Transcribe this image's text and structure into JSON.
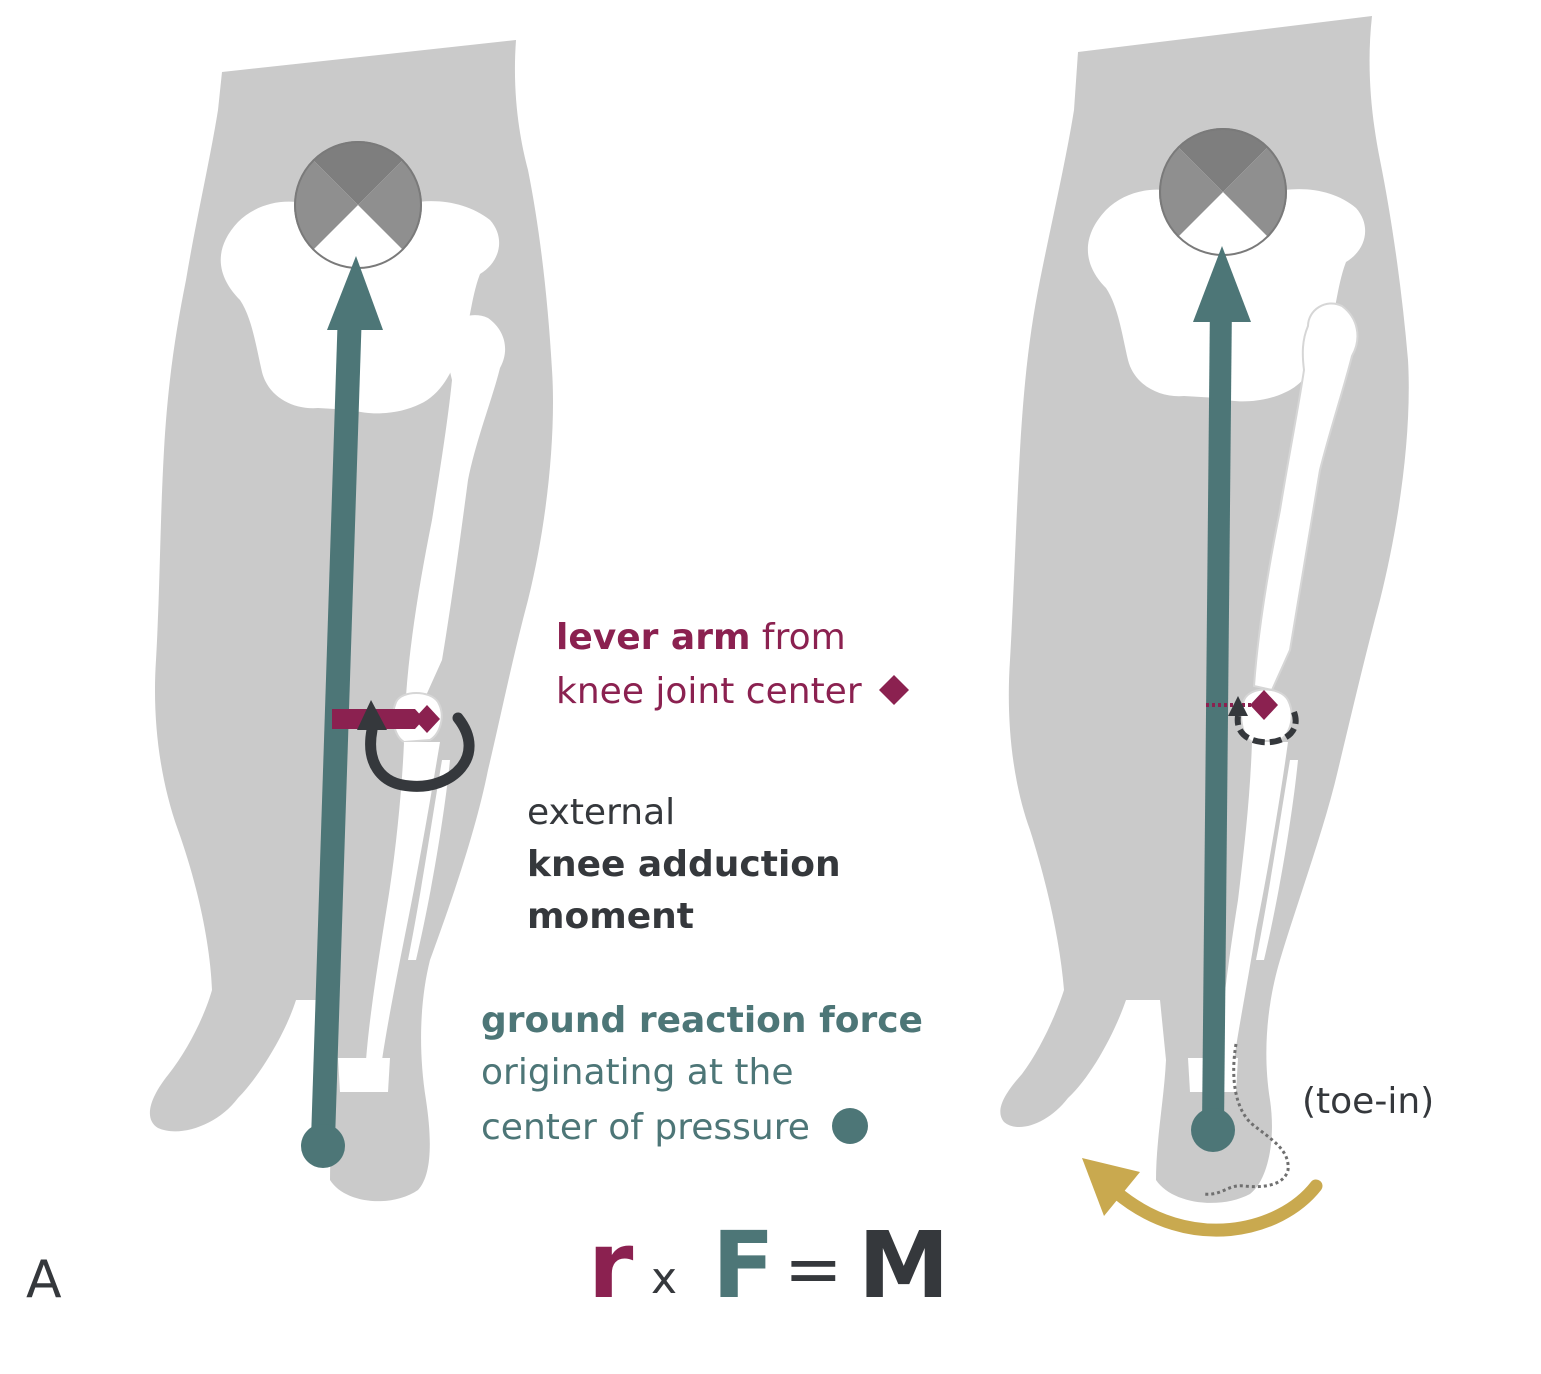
{
  "colors": {
    "silhouette": "#cacaca",
    "bone": "#ffffff",
    "hip_joint_dark": "#7e7e7e",
    "grf": "#4d7677",
    "lever_arm": "#8b2150",
    "moment": "#35383c",
    "toe_in": "#c9a94f",
    "background": "#ffffff"
  },
  "labels": {
    "lever_arm_bold": "lever arm",
    "lever_arm_rest": " from",
    "knee_joint_center": "knee joint center",
    "moment_line1": "external",
    "moment_line2": "knee adduction",
    "moment_line3": "moment",
    "grf_line1": "ground reaction force",
    "grf_line2": "originating at the",
    "grf_line3": "center of pressure",
    "toe_in": "(toe-in)",
    "panel": "A"
  },
  "equation": {
    "r": "r",
    "times": "x",
    "F": "F",
    "equals": "=",
    "M": "M"
  },
  "icons": {
    "knee_marker": "diamond",
    "cop_marker": "filled-circle",
    "hip_joint": "hip-joint-symbol",
    "moment_arrow": "curved-arrow",
    "toe_in_arrow": "curved-arrow"
  }
}
